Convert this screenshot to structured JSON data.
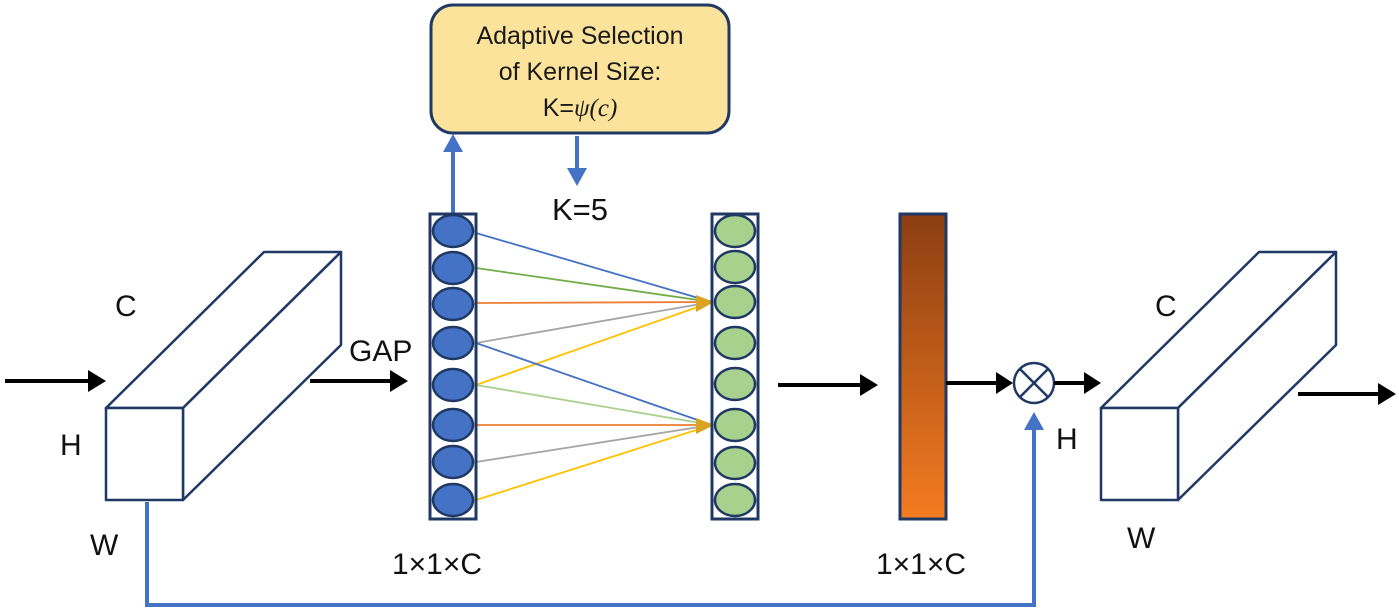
{
  "selection_box": {
    "line1": "Adaptive Selection",
    "line2": "of Kernel Size:",
    "formula_prefix": "K=",
    "formula_math": "ψ(c)",
    "fill": "#FBE39B",
    "stroke": "#1F3864"
  },
  "kernel_label": "K=5",
  "gap_label": "GAP",
  "input_tensor": {
    "c": "C",
    "h": "H",
    "w": "W"
  },
  "output_tensor": {
    "c": "C",
    "h": "H",
    "w": "W"
  },
  "pooled_dim_label": "1×1×C",
  "weights_dim_label": "1×1×C",
  "multiply_symbol": "⊗",
  "colors": {
    "blue_node": "#4472C4",
    "green_node": "#A9D18E",
    "connector_blue": "#4472C4",
    "dark_outline": "#1F3864",
    "bar_top": "#8B3E12",
    "bar_bottom": "#F47B20",
    "line_colors": [
      "#4472C4",
      "#70AD47",
      "#ED7D31",
      "#A5A5A5",
      "#FFC000"
    ]
  }
}
